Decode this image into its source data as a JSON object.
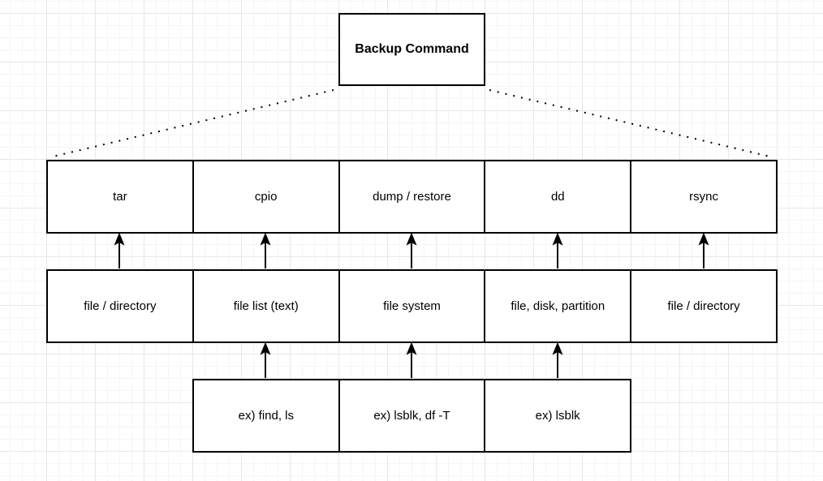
{
  "diagram": {
    "root": {
      "label": "Backup Command"
    },
    "command_row": [
      "tar",
      "cpio",
      "dump / restore",
      "dd",
      "rsync"
    ],
    "target_row": [
      "file / directory",
      "file list (text)",
      "file system",
      "file, disk, partition",
      "file / directory"
    ],
    "example_row": [
      "ex) find, ls",
      "ex) lsblk, df -T",
      "ex) lsblk"
    ]
  },
  "colors": {
    "box_border": "#000000",
    "box_fill": "#ffffff",
    "text": "#000000",
    "connector": "#000000",
    "grid_minor": "#f5f5f7",
    "grid_major": "#e7e7e9",
    "canvas_bg": "#ffffff"
  }
}
